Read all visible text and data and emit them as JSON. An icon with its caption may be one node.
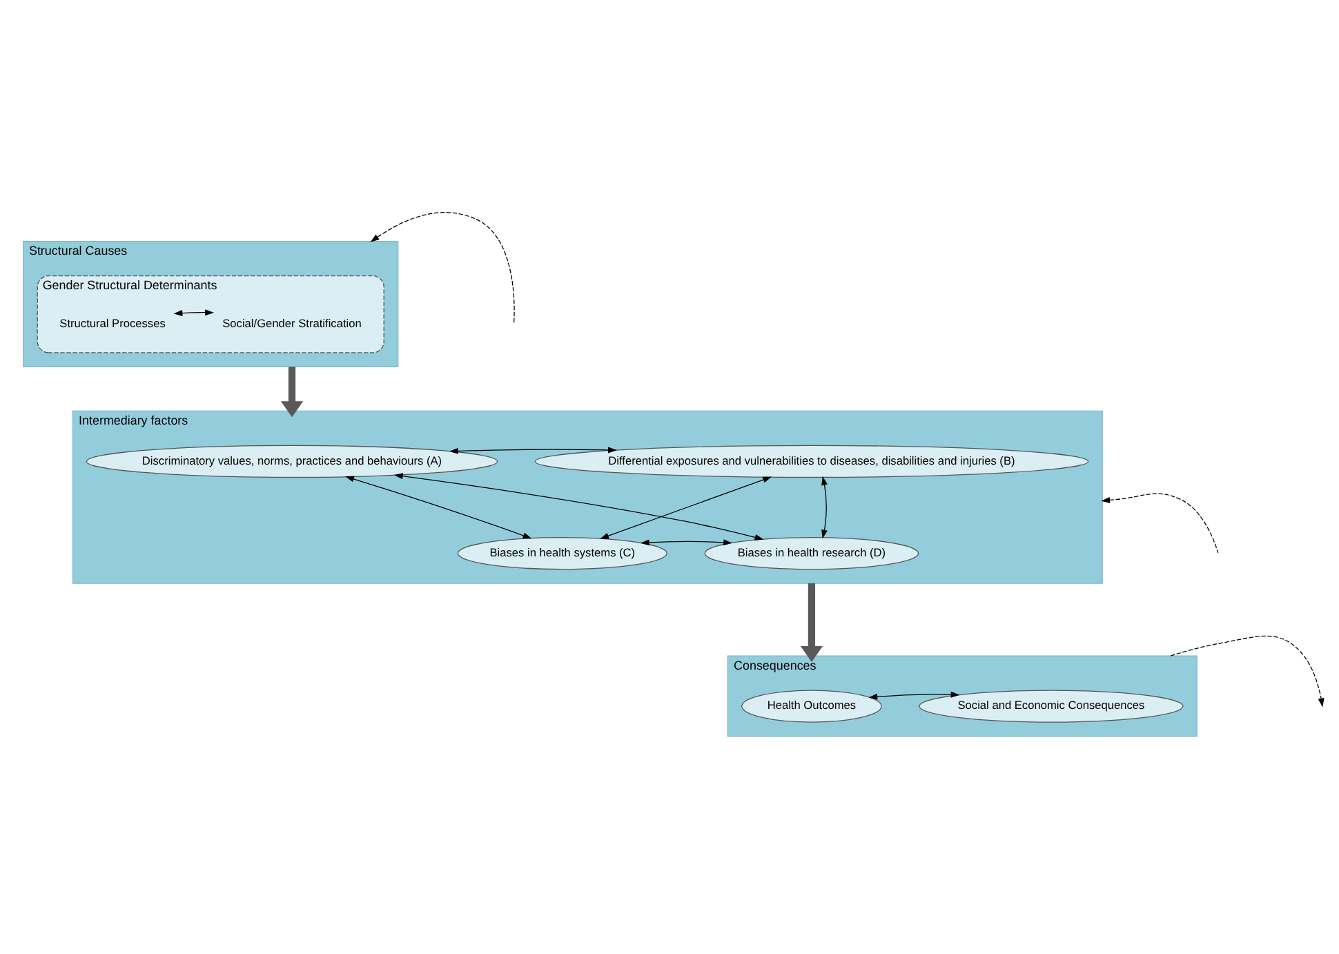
{
  "diagram": {
    "nodes": [
      {
        "text": [
          "Structural Causes"
        ]
      },
      {
        "text": [
          "Gender Structural Determinants"
        ],
        "in": 0
      },
      {
        "text": [
          "Structural Processes"
        ],
        "in": 1
      },
      {
        "text": [
          "Social/Gender Stratification"
        ],
        "in": 1
      },
      {
        "text": [
          "Intermediary factors"
        ]
      },
      {
        "text": [
          "Discriminatory values, norms, practices and behaviours (A)"
        ],
        "in": 4
      },
      {
        "text": [
          "Differential exposures and vulnerabilities to diseases, disabilities and injuries (B)"
        ],
        "in": 4
      },
      {
        "text": [
          "Biases in health systems (C)"
        ],
        "in": 4
      },
      {
        "text": [
          "Biases in health research (D)"
        ],
        "in": 4
      },
      {
        "text": [
          "Consequences"
        ]
      },
      {
        "text": [
          "Health Outcomes"
        ],
        "in": 9
      },
      {
        "text": [
          "Social and Economic Consequences"
        ],
        "in": 9
      }
    ],
    "edges": [
      {
        "from": 2,
        "to": 3,
        "arrow": "both"
      },
      {
        "from": 0,
        "to": 4,
        "arrow": "to",
        "style": "thick",
        "color": "#595959"
      },
      {
        "from": 5,
        "to": 6,
        "arrow": "both"
      },
      {
        "from": 5,
        "to": 7,
        "arrow": "both"
      },
      {
        "from": 5,
        "to": 8,
        "arrow": "both"
      },
      {
        "from": 6,
        "to": 7,
        "arrow": "both"
      },
      {
        "from": 6,
        "to": 8,
        "arrow": "both"
      },
      {
        "from": 7,
        "to": 8,
        "arrow": "both"
      },
      {
        "from": 4,
        "to": 9,
        "arrow": "to",
        "style": "thick",
        "color": "#595959"
      },
      {
        "from": 10,
        "to": 11,
        "arrow": "both"
      },
      {
        "from": null,
        "to": 0,
        "arrow": "to",
        "style": "dashed"
      },
      {
        "from": null,
        "to": 4,
        "arrow": "to",
        "style": "dashed"
      },
      {
        "from": 9,
        "to": null,
        "arrow": "to",
        "style": "dashed"
      }
    ]
  }
}
